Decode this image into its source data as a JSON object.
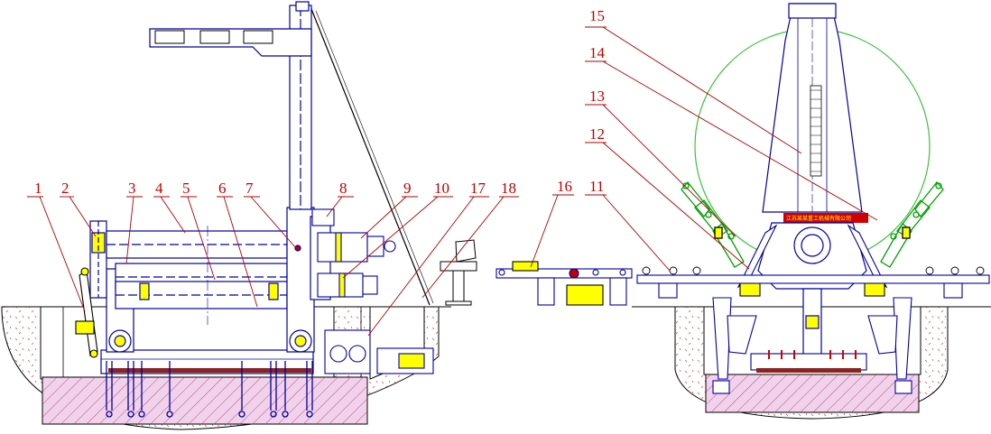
{
  "colors": {
    "outline": "#0000a0",
    "line": "#000000",
    "leader": "#b00000",
    "label": "#c00000",
    "hatch": "#d04040",
    "foundation": "#f1d2ec",
    "yellow": "#ffff00",
    "green": "#00b000",
    "circle": "#3cc23c",
    "stamp_bg": "#d00000",
    "panel": "#a0a0a0"
  },
  "side_view": {
    "callouts": [
      {
        "label": "1"
      },
      {
        "label": "2"
      },
      {
        "label": "3"
      },
      {
        "label": "4"
      },
      {
        "label": "5"
      },
      {
        "label": "6"
      },
      {
        "label": "7"
      },
      {
        "label": "8"
      },
      {
        "label": "9"
      },
      {
        "label": "10"
      },
      {
        "label": "17"
      },
      {
        "label": "18"
      }
    ]
  },
  "end_view": {
    "callouts": [
      {
        "label": "11"
      },
      {
        "label": "12"
      },
      {
        "label": "13"
      },
      {
        "label": "14"
      },
      {
        "label": "15"
      },
      {
        "label": "16"
      }
    ],
    "nameplate": "江苏某某重工机械有限公司"
  }
}
